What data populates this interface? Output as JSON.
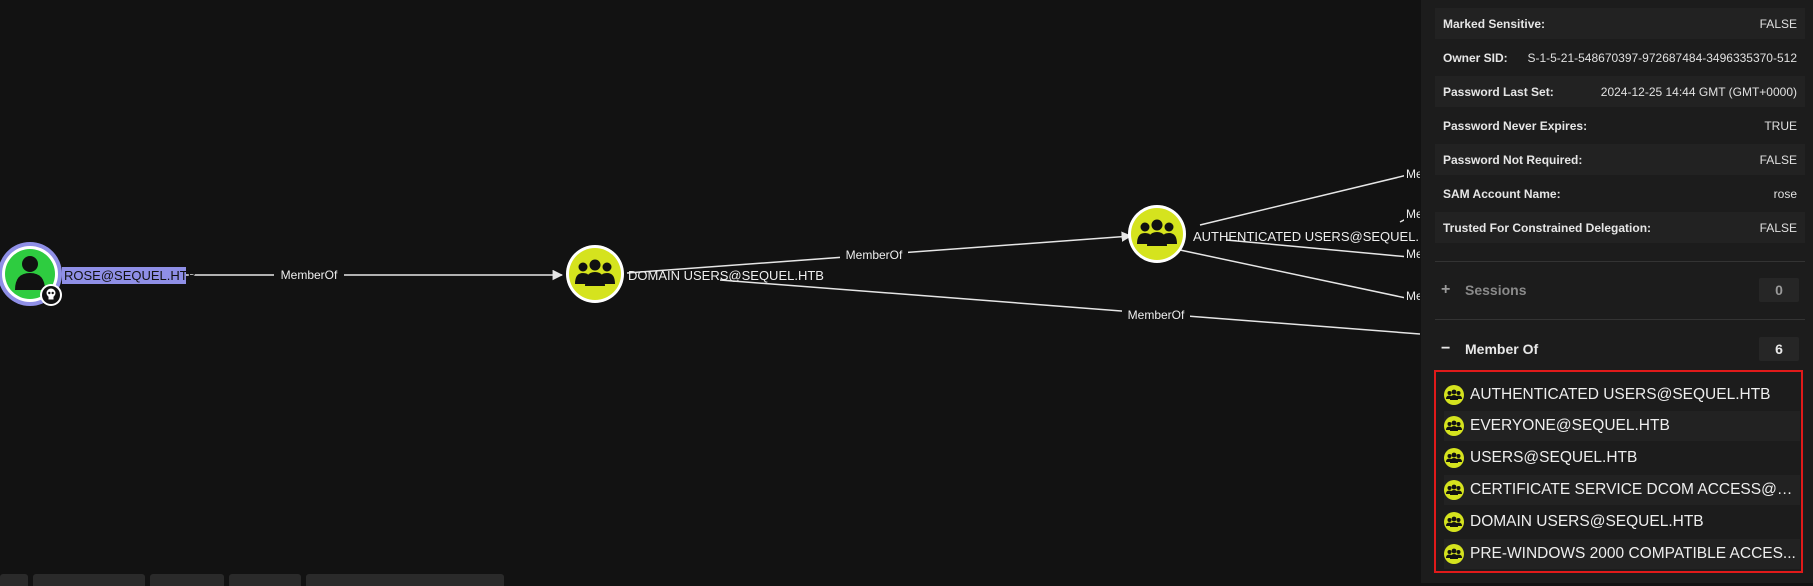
{
  "graph": {
    "nodes": {
      "rose": {
        "label": "ROSE@SEQUEL.HTB",
        "kind": "user",
        "badge": "skull-icon",
        "color": "#2ecc40"
      },
      "domain_users": {
        "label": "DOMAIN USERS@SEQUEL.HTB",
        "kind": "group",
        "color": "#d5e31e"
      },
      "auth_users": {
        "label": "AUTHENTICATED USERS@SEQUEL.HTE",
        "kind": "group",
        "color": "#d5e31e"
      }
    },
    "edges": {
      "rose_to_domain": "MemberOf",
      "domain_to_auth": "MemberOf",
      "domain_to_offscreen": "MemberOf",
      "auth_truncated_1": "Me",
      "auth_truncated_2": "Me",
      "auth_truncated_3": "Me",
      "auth_truncated_4": "Me"
    }
  },
  "panel": {
    "properties": [
      {
        "key": "Marked Sensitive:",
        "value": "FALSE"
      },
      {
        "key": "Owner SID:",
        "value": "S-1-5-21-548670397-972687484-3496335370-512"
      },
      {
        "key": "Password Last Set:",
        "value": "2024-12-25 14:44 GMT (GMT+0000)"
      },
      {
        "key": "Password Never Expires:",
        "value": "TRUE"
      },
      {
        "key": "Password Not Required:",
        "value": "FALSE"
      },
      {
        "key": "SAM Account Name:",
        "value": "rose"
      },
      {
        "key": "Trusted For Constrained Delegation:",
        "value": "FALSE"
      }
    ],
    "sessions": {
      "toggle": "+",
      "label": "Sessions",
      "count": "0"
    },
    "member_of": {
      "toggle": "−",
      "label": "Member Of",
      "count": "6",
      "items": [
        "AUTHENTICATED USERS@SEQUEL.HTB",
        "EVERYONE@SEQUEL.HTB",
        "USERS@SEQUEL.HTB",
        "CERTIFICATE SERVICE DCOM ACCESS@SE...",
        "DOMAIN USERS@SEQUEL.HTB",
        "PRE-WINDOWS 2000 COMPATIBLE ACCES..."
      ],
      "highlight_color": "#e01a1a"
    }
  }
}
